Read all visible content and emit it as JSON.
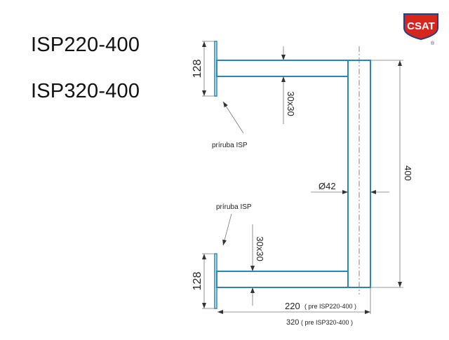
{
  "titles": [
    "ISP220-400",
    "ISP320-400"
  ],
  "logo": {
    "text": "CSAT",
    "registered": "®",
    "colors": {
      "red": "#d9261c",
      "blue": "#1f3f8f"
    }
  },
  "drawing": {
    "flange_height": "128",
    "arm_profile": "30x30",
    "pipe_diameter": "Ø42",
    "height": "400",
    "flange_label": "príruba ISP",
    "length_220": "220",
    "length_220_note": "( pre ISP220-400 )",
    "length_320": "320",
    "length_320_note": "( pre ISP320-400 )",
    "part_color": "#2a86b8"
  }
}
